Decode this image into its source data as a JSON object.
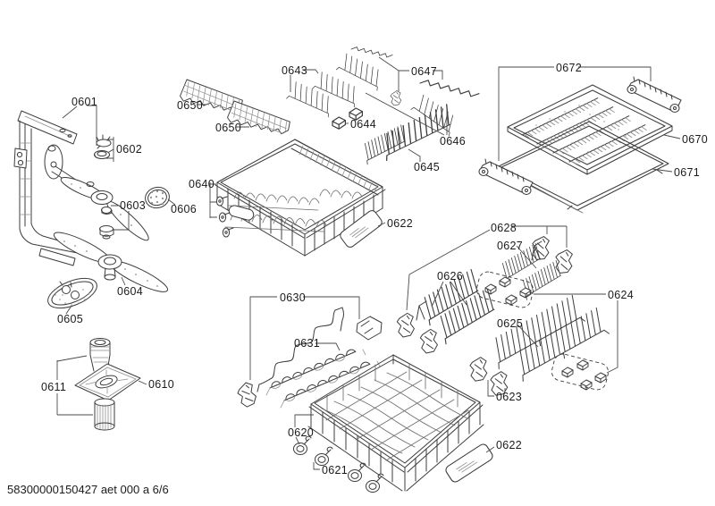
{
  "footer": {
    "text": "58300000150427 aet 000 a 6/6"
  },
  "labels": {
    "p0601": "0601",
    "p0602": "0602",
    "p0603": "0603",
    "p0604": "0604",
    "p0605": "0605",
    "p0606": "0606",
    "p0610": "0610",
    "p0611": "0611",
    "p0620": "0620",
    "p0621": "0621",
    "p0622_upper": "0622",
    "p0622_lower": "0622",
    "p0623": "0623",
    "p0624": "0624",
    "p0625": "0625",
    "p0626": "0626",
    "p0627": "0627",
    "p0628": "0628",
    "p0630": "0630",
    "p0631": "0631",
    "p0640": "0640",
    "p0643": "0643",
    "p0644": "0644",
    "p0645": "0645",
    "p0646": "0646",
    "p0647": "0647",
    "p0650_upper": "0650",
    "p0650_lower": "0650",
    "p0670": "0670",
    "p0671": "0671",
    "p0672": "0672"
  },
  "colors": {
    "line": "#3c3c3c",
    "texture": "#8f8f8f",
    "label": "#1b1b1b",
    "background": "#ffffff"
  }
}
